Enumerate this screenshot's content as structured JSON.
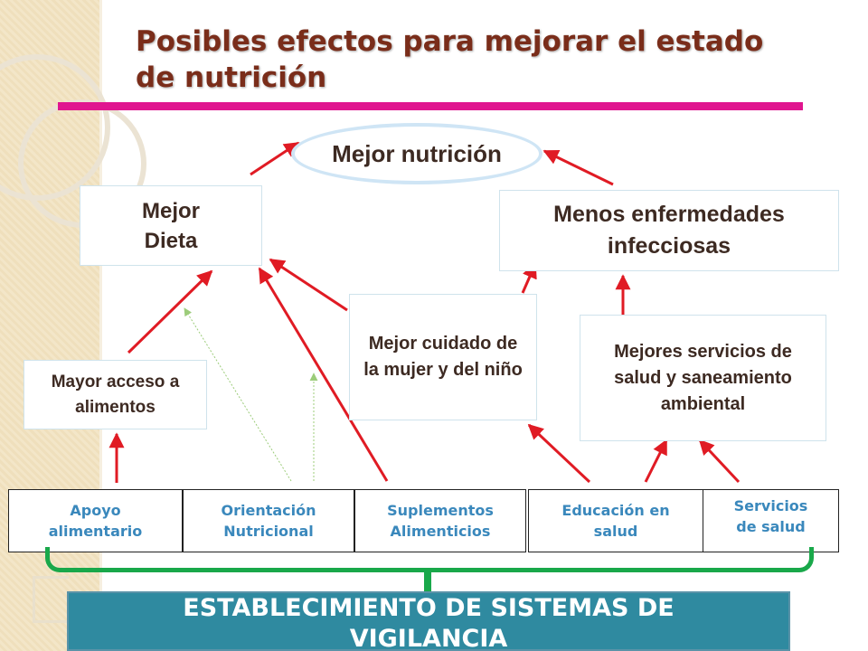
{
  "slide": {
    "title": "Posibles efectos para mejorar el estado de nutrición"
  },
  "diagram": {
    "goal": "Mejor nutrición",
    "intermediate": {
      "mejor_dieta": "Mejor Dieta",
      "menos_enfermedades": "Menos enfermedades infecciosas"
    },
    "mechanisms": {
      "mayor_acceso": "Mayor acceso a alimentos",
      "mejor_cuidado": "Mejor cuidado de la mujer y del niño",
      "mejores_servicios": "Mejores servicios de salud y saneamiento ambiental"
    },
    "programs": {
      "apoyo": "Apoyo alimentario",
      "orientacion": "Orientación Nutricional",
      "suplementos": "Suplementos Alimenticios",
      "educacion": "Educación en salud",
      "servicios": "Servicios de salud"
    },
    "foundation": "ESTABLECIMIENTO DE SISTEMAS DE VIGILANCIA"
  },
  "colors": {
    "title": "#7a2d1a",
    "title_rule": "#e0158f",
    "arrow": "#e01b24",
    "dotted_arrow": "#9ccc7a",
    "program_text": "#3a88bc",
    "brace": "#19a84a",
    "banner": "#2f8aa0"
  }
}
